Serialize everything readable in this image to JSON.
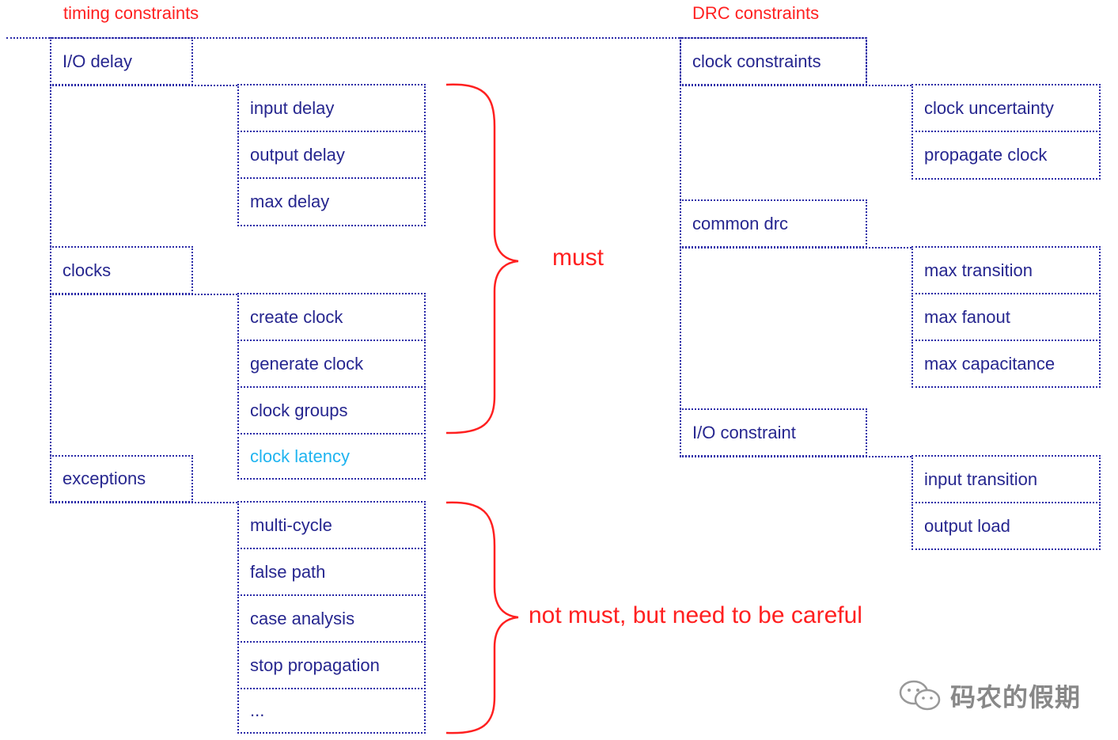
{
  "headers": {
    "timing": "timing constraints",
    "drc": "DRC constraints"
  },
  "timing": {
    "io_delay": "I/O delay",
    "input_delay": "input delay",
    "output_delay": "output delay",
    "max_delay": "max delay",
    "clocks": "clocks",
    "create_clock": "create clock",
    "generate_clock": "generate clock",
    "clock_groups": "clock groups",
    "clock_latency": "clock latency",
    "exceptions": "exceptions",
    "multi_cycle": "multi-cycle",
    "false_path": "false path",
    "case_analysis": "case analysis",
    "stop_propagation": "stop propagation",
    "ellipsis": "..."
  },
  "drc": {
    "clock_constraints": "clock constraints",
    "clock_uncertainty": "clock uncertainty",
    "propagate_clock": "propagate clock",
    "common_drc": "common drc",
    "max_transition": "max transition",
    "max_fanout": "max fanout",
    "max_capacitance": "max capacitance",
    "io_constraint": "I/O constraint",
    "input_transition": "input transition",
    "output_load": "output load"
  },
  "annotations": {
    "must": "must",
    "not_must": "not must, but need to be careful"
  },
  "watermark": {
    "text": "码农的假期",
    "icon": "wechat-icon"
  },
  "colors": {
    "box_border": "#2a2aa8",
    "box_text": "#26268f",
    "highlight_text": "#1fb4f0",
    "annotation": "#ff2020"
  }
}
